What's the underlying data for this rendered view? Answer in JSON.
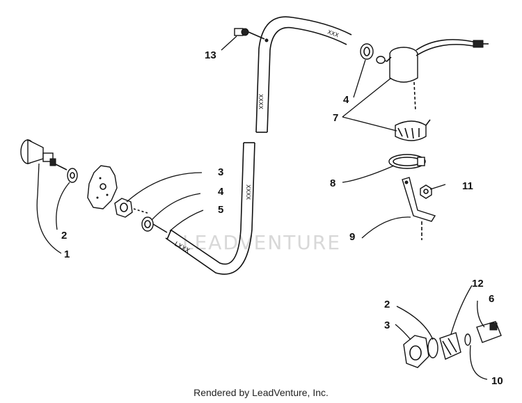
{
  "watermark": "LEADVENTURE",
  "footer": "Rendered by LeadVenture, Inc.",
  "callouts": {
    "c13": "13",
    "c4_top": "4",
    "c7": "7",
    "c8": "8",
    "c11": "11",
    "c9": "9",
    "c3_left": "3",
    "c4_left": "4",
    "c5": "5",
    "c2_left": "2",
    "c1": "1",
    "c12": "12",
    "c6": "6",
    "c2_right": "2",
    "c3_right": "3",
    "c10": "10"
  }
}
